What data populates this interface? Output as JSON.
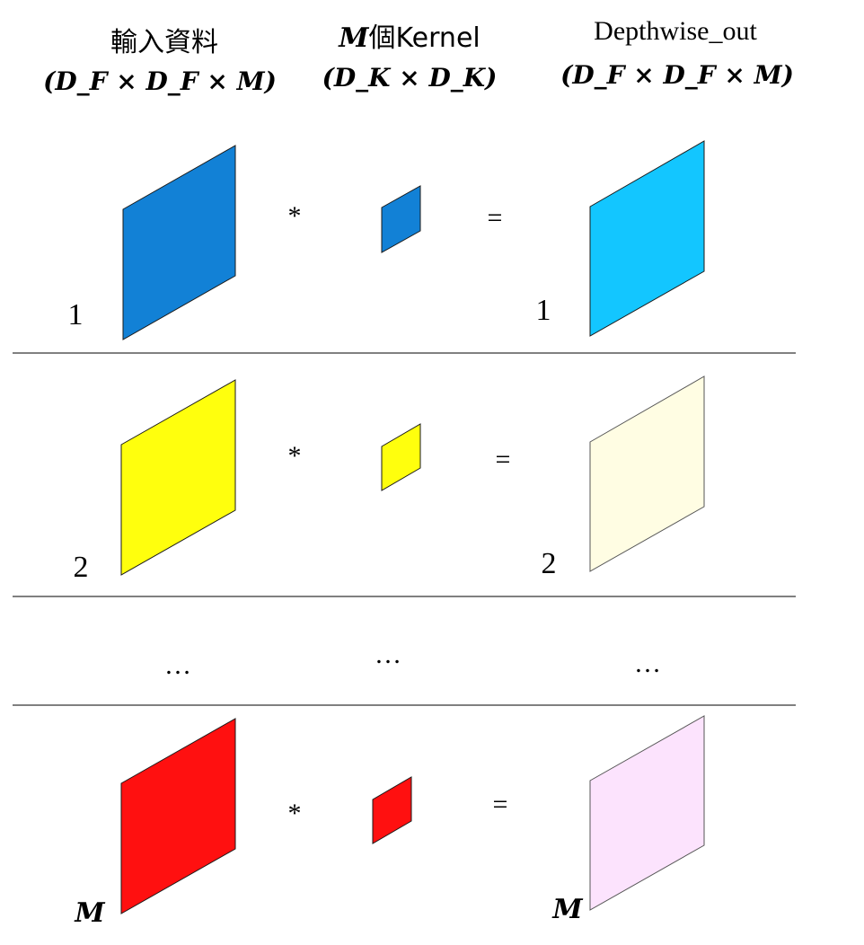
{
  "headers": {
    "input": {
      "title": "輸入資料",
      "dims": "(D_F × D_F × M)"
    },
    "kernel": {
      "title_var": "M",
      "title_text": "個Kernel",
      "dims": "(D_K × D_K)"
    },
    "output": {
      "title": "Depthwise_out",
      "dims": "(D_F × D_F × M)"
    }
  },
  "operators": {
    "conv": "*",
    "equals": "="
  },
  "rows": [
    {
      "index_label": "1",
      "index_is_math": false,
      "input_color": "#1281D6",
      "kernel_color": "#1281D6",
      "output_color": "#13C6FF"
    },
    {
      "index_label": "2",
      "index_is_math": false,
      "input_color": "#FFFF0D",
      "kernel_color": "#FFFF0D",
      "output_color": "#FFFDE3"
    },
    {
      "index_label": "M",
      "index_is_math": true,
      "input_color": "#FF1010",
      "kernel_color": "#FF1010",
      "output_color": "#FCE3FD"
    }
  ],
  "ellipsis": "…"
}
